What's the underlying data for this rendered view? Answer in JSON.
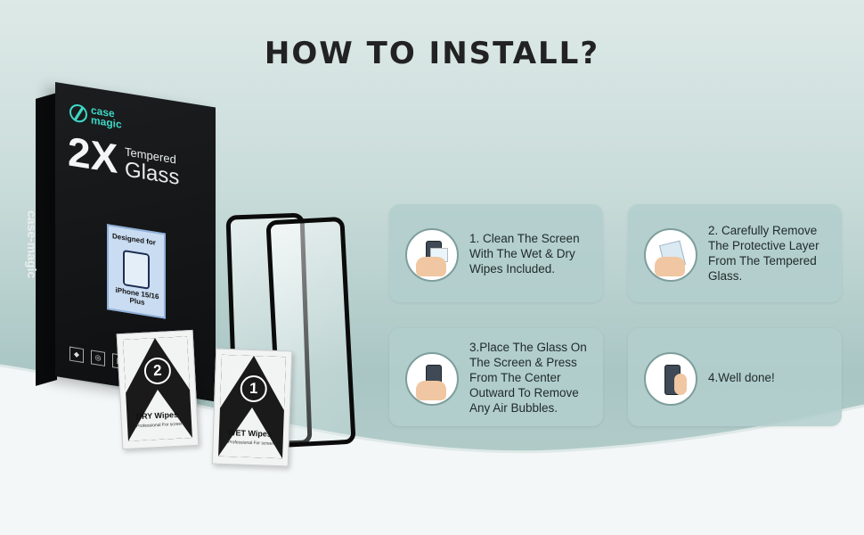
{
  "title": "HOW TO INSTALL?",
  "colors": {
    "accent": "#3fd6c4",
    "card_bg": "#b2cecc",
    "title": "#222222",
    "box": "#111213"
  },
  "product": {
    "brand": "case magic",
    "side_text": "case-magic",
    "count": "2X",
    "tempered": "Tempered",
    "glass": "Glass",
    "designed_for": "Designed for",
    "model": "iPhone 15/16 Plus"
  },
  "wipes": [
    {
      "number": "2",
      "name": "DRY Wipes",
      "note": "Professional For screen"
    },
    {
      "number": "1",
      "name": "WET Wipes",
      "note": "Professional For screen"
    }
  ],
  "steps": [
    {
      "icon": "phone-cleaning-icon",
      "text": "1. Clean The Screen With  The Wet & Dry Wipes Included."
    },
    {
      "icon": "peel-film-icon",
      "text": "2. Carefully Remove The Protective Layer From The Tempered Glass."
    },
    {
      "icon": "press-glass-icon",
      "text": "3.Place The Glass On The Screen & Press From The Center Outward To Remove Any Air Bubbles."
    },
    {
      "icon": "thumbs-up-icon",
      "text": "4.Well done!"
    }
  ]
}
